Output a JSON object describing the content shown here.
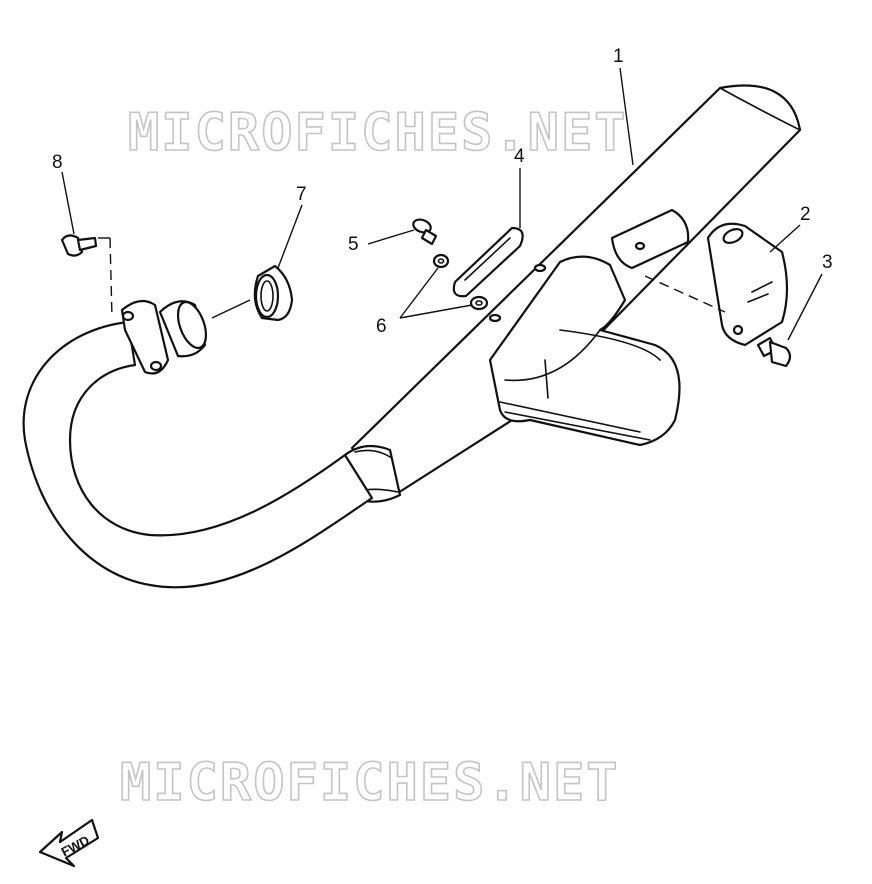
{
  "watermark": {
    "text": "MICROFICHES.NET"
  },
  "callouts": [
    {
      "id": "1",
      "label": "1"
    },
    {
      "id": "2",
      "label": "2"
    },
    {
      "id": "3",
      "label": "3"
    },
    {
      "id": "4",
      "label": "4"
    },
    {
      "id": "5",
      "label": "5"
    },
    {
      "id": "6",
      "label": "6"
    },
    {
      "id": "7",
      "label": "7"
    },
    {
      "id": "8",
      "label": "8"
    }
  ],
  "direction_arrow": {
    "label": "FWD"
  }
}
